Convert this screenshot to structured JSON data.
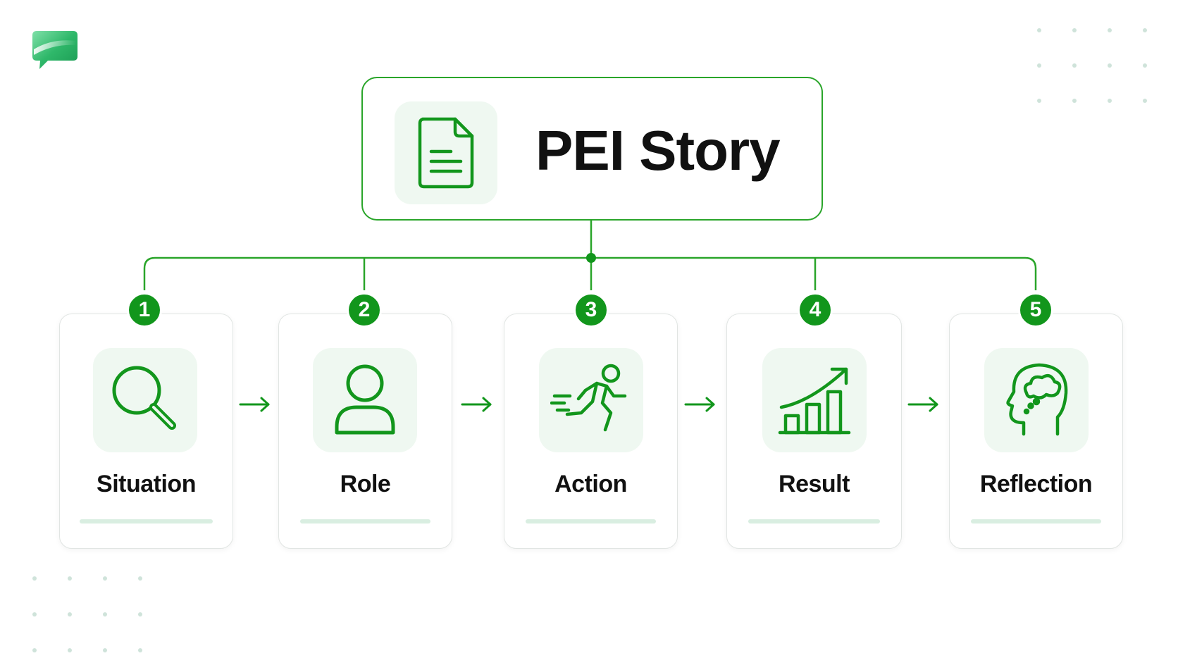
{
  "title": {
    "text": "PEI Story",
    "icon": "document-icon"
  },
  "steps": [
    {
      "number": "1",
      "label": "Situation",
      "icon": "magnifier-icon"
    },
    {
      "number": "2",
      "label": "Role",
      "icon": "person-icon"
    },
    {
      "number": "3",
      "label": "Action",
      "icon": "running-person-icon"
    },
    {
      "number": "4",
      "label": "Result",
      "icon": "growth-chart-icon"
    },
    {
      "number": "5",
      "label": "Reflection",
      "icon": "head-thought-icon"
    }
  ],
  "colors": {
    "accent": "#12961c",
    "line": "#2aa52a",
    "tile": "#eff8f1",
    "text": "#111111"
  }
}
